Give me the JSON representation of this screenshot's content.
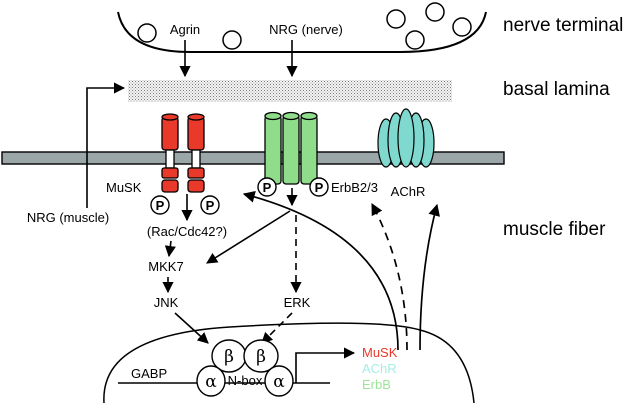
{
  "regions": {
    "nerve_terminal": "nerve terminal",
    "basal_lamina": "basal lamina",
    "muscle_fiber": "muscle fiber"
  },
  "ligands": {
    "agrin": "Agrin",
    "nrg_nerve": "NRG (nerve)",
    "nrg_muscle": "NRG (muscle)"
  },
  "receptors": {
    "musk": "MuSK",
    "erbb": "ErbB2/3",
    "achr": "AChR",
    "phospho": "P"
  },
  "pathway": {
    "rac": "(Rac/Cdc42?)",
    "mkk7": "MKK7",
    "jnk": "JNK",
    "erk": "ERK"
  },
  "nucleus": {
    "gabp": "GABP",
    "beta": "β",
    "alpha": "α",
    "nbox": "N-box"
  },
  "genes": [
    {
      "label": "MuSK",
      "color": "#e8392a"
    },
    {
      "label": "AChR",
      "color": "#a6ece4"
    },
    {
      "label": "ErbB",
      "color": "#9fe39b"
    }
  ],
  "colors": {
    "musk": "#e8392a",
    "erbb": "#8fdc8a",
    "achr": "#7fd9cf",
    "membrane": "#9aa6a8"
  }
}
